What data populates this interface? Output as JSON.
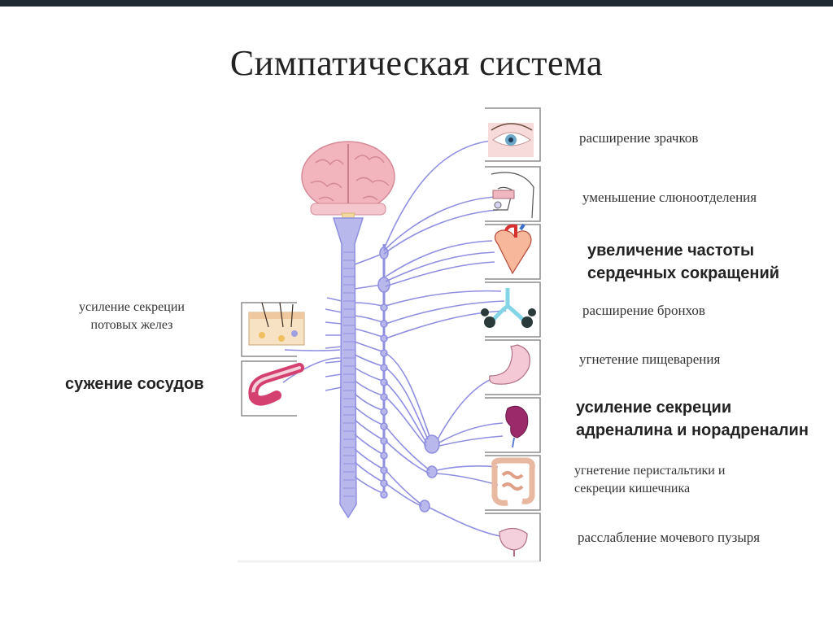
{
  "title": "Симпатическая система",
  "effects": {
    "pupils": "расширение зрачков",
    "saliva": "уменьшение слюноотделения",
    "heart_line1": "увеличение частоты",
    "heart_line2": "сердечных сокращений",
    "bronchi": "расширение бронхов",
    "digestion": "угнетение пищеварения",
    "adrenal_line1": "усиление секреции",
    "adrenal_line2": "адреналина и норадреналин",
    "intestine_line1": "угнетение перистальтики и",
    "intestine_line2": "секреции кишечника",
    "bladder": "расслабление мочевого пузыря",
    "sweat_line1": "усиление секреции",
    "sweat_line2": "потовых желез",
    "vessels": "сужение сосудов"
  },
  "colors": {
    "nerve": "#8f8fe0",
    "spine": "#b8b8ec",
    "brain": "#f2b4bd",
    "organ_frame": "#888888"
  }
}
